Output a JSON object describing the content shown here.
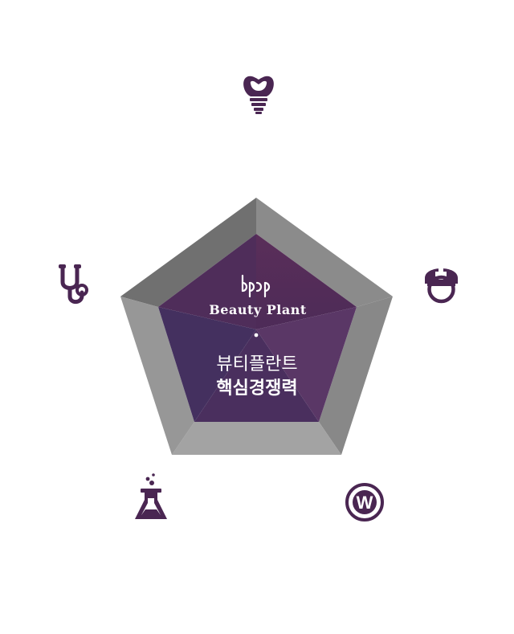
{
  "center": {
    "brand_logo_text": "bpp",
    "brand_name": "Beauty Plant",
    "title_line1": "뷰티플란트",
    "title_line2": "핵심경쟁력"
  },
  "icons": {
    "top": "dental-implant-icon",
    "right": "nurse-cap-icon",
    "bottom_right": "w-badge-icon",
    "bottom_left": "flask-icon",
    "left": "stethoscope-icon",
    "w_badge_letter": "W"
  },
  "colors": {
    "icon": "#4a2652",
    "outer_frame_light": "#a6a6a6",
    "outer_frame_mid": "#8e8e8e",
    "outer_frame_dark": "#6f6f6f",
    "inner_purple": "#4b2e5b",
    "text": "#ffffff"
  }
}
